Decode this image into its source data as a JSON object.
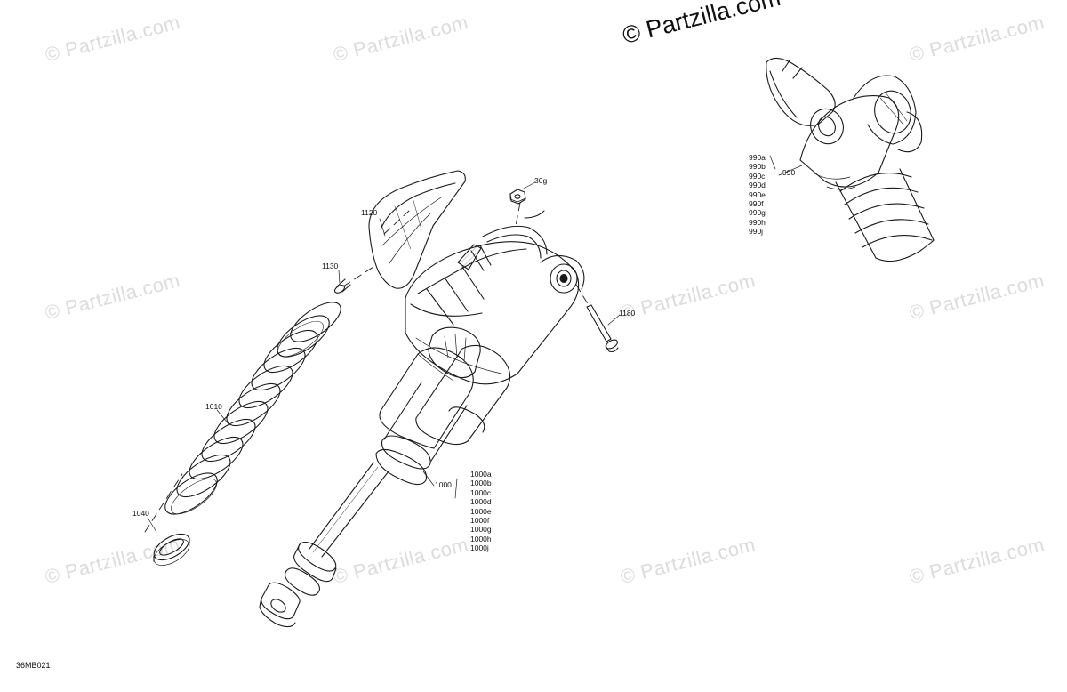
{
  "watermark": {
    "text": "© Partzilla.com",
    "main_text": "© Partzilla.com"
  },
  "callouts": {
    "c1120": "1120",
    "c1130": "1130",
    "c30g": "30g",
    "c1180": "1180",
    "c1010": "1010",
    "c1040": "1040",
    "c1000": "1000",
    "c990": "990",
    "variants_1000": [
      "1000a",
      "1000b",
      "1000c",
      "1000d",
      "1000e",
      "1000f",
      "1000g",
      "1000h",
      "1000j"
    ],
    "variants_990": [
      "990a",
      "990b",
      "990c",
      "990d",
      "990e",
      "990f",
      "990g",
      "990h",
      "990j"
    ]
  },
  "sheet_id": "36MB021"
}
